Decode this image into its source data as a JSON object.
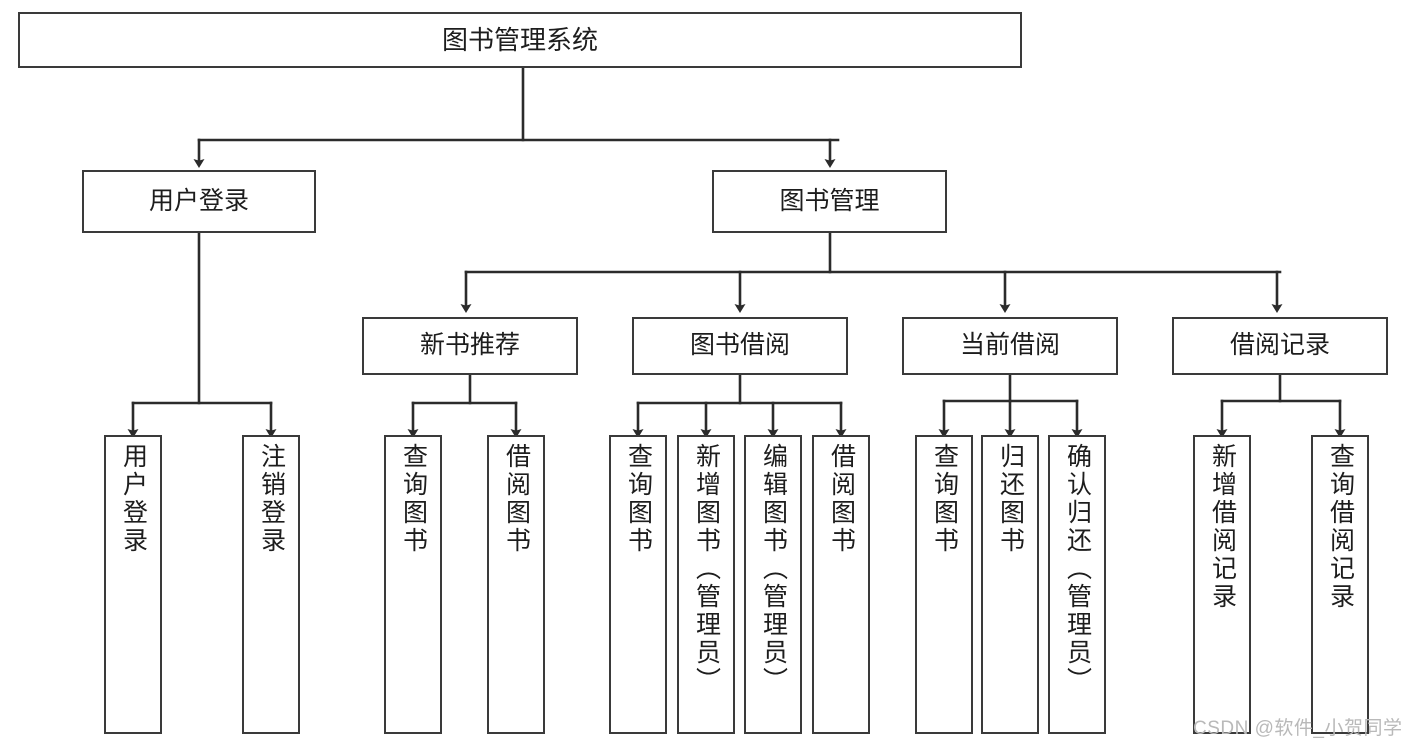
{
  "diagram": {
    "title": "图书管理系统",
    "watermark": "CSDN @软件_小贺同学",
    "stroke_color": "#3a3a3a",
    "background_color": "#ffffff",
    "text_color": "#1d1d1d"
  },
  "nodes": {
    "root": {
      "label": "图书管理系统"
    },
    "level2": [
      {
        "id": "user-login",
        "label": "用户登录"
      },
      {
        "id": "book-management",
        "label": "图书管理"
      }
    ],
    "level3": [
      {
        "id": "new-book-recommend",
        "label": "新书推荐"
      },
      {
        "id": "book-borrow",
        "label": "图书借阅"
      },
      {
        "id": "current-borrow",
        "label": "当前借阅"
      },
      {
        "id": "borrow-record",
        "label": "借阅记录"
      }
    ],
    "leaves": {
      "user_login": [
        {
          "id": "leaf-user-login",
          "label": "用户登录"
        },
        {
          "id": "leaf-logout-login",
          "label": "注销登录"
        }
      ],
      "new_book_recommend": [
        {
          "id": "leaf-query-book-1",
          "label": "查询图书"
        },
        {
          "id": "leaf-borrow-book-1",
          "label": "借阅图书"
        }
      ],
      "book_borrow": [
        {
          "id": "leaf-query-book-2",
          "label": "查询图书"
        },
        {
          "id": "leaf-add-book-admin",
          "label": "新增图书（管理员）"
        },
        {
          "id": "leaf-edit-book-admin",
          "label": "编辑图书（管理员）"
        },
        {
          "id": "leaf-borrow-book-2",
          "label": "借阅图书"
        }
      ],
      "current_borrow": [
        {
          "id": "leaf-query-book-3",
          "label": "查询图书"
        },
        {
          "id": "leaf-return-book",
          "label": "归还图书"
        },
        {
          "id": "leaf-confirm-return-admin",
          "label": "确认归还（管理员）"
        }
      ],
      "borrow_record": [
        {
          "id": "leaf-add-borrow-record",
          "label": "新增借阅记录"
        },
        {
          "id": "leaf-query-borrow-record",
          "label": "查询借阅记录"
        }
      ]
    }
  }
}
